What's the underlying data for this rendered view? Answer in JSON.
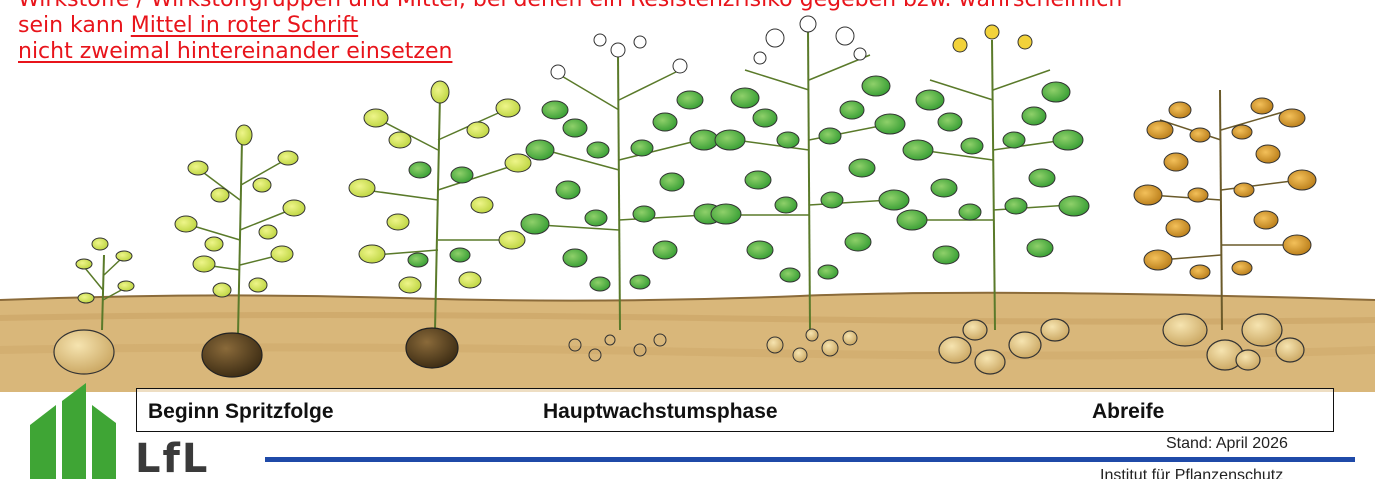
{
  "header_text": {
    "line0": "Wirkstoffe / Wirkstoffgruppen und Mittel, bei denen ein Resistenzrisiko gegeben bzw. wahrscheinlich",
    "line1_plain": "sein kann ",
    "line1_underlined": "Mittel in roter Schrift",
    "line2_underlined": "nicht zweimal hintereinander einsetzen"
  },
  "phases": {
    "start": "Beginn Spritzfolge",
    "main": "Hauptwachstumsphase",
    "end": "Abreife"
  },
  "footer": {
    "stand": "Stand: April 2026",
    "institute": "Institut für Pflanzenschutz",
    "logo_text": "LfL"
  },
  "colors": {
    "red_text": "#e8141b",
    "soil": "#d9b77a",
    "leaf_green": "#3fa535",
    "leaf_yellow": "#d8e64a",
    "leaf_brown": "#c98a22",
    "rule_blue": "#1f4aa8",
    "logo_green": "#3fa535"
  },
  "icons": [
    "potato-plant-stage-illustration",
    "lfl-logo-icon"
  ]
}
